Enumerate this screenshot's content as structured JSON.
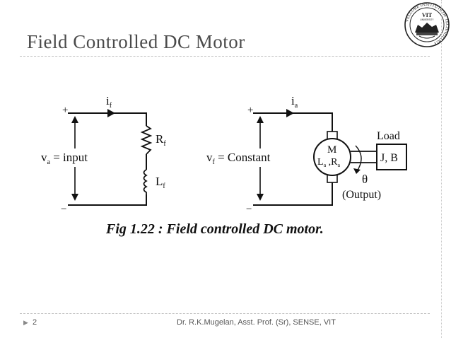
{
  "slide": {
    "title": "Field Controlled DC Motor",
    "page_number": "2",
    "footer": "Dr. R.K.Mugelan, Asst. Prof. (Sr), SENSE, VIT"
  },
  "logo": {
    "center_text": "VIT",
    "sub_text": "UNIVERSITY",
    "ring_text": "VELLORE INSTITUTE OF TECHNOLOGY"
  },
  "diagram": {
    "left_circuit": {
      "plus": "+",
      "minus": "−",
      "current_label": "i",
      "current_sub": "f",
      "voltage_label": "v",
      "voltage_sub": "a",
      "voltage_text": " = input",
      "resistor_label": "R",
      "resistor_sub": "f",
      "inductor_label": "L",
      "inductor_sub": "f"
    },
    "right_circuit": {
      "plus": "+",
      "minus": "−",
      "current_label": "i",
      "current_sub": "a",
      "voltage_label": "v",
      "voltage_sub": "f",
      "voltage_text": " = Constant",
      "motor_label": "M",
      "motor_params": "L",
      "motor_params_sub1": "a",
      "motor_params_sep": " ,R",
      "motor_params_sub2": "a",
      "load_title": "Load",
      "load_params": "J, B",
      "theta": "θ",
      "output": "(Output)"
    },
    "caption": "Fig 1.22 : Field controlled DC motor."
  }
}
